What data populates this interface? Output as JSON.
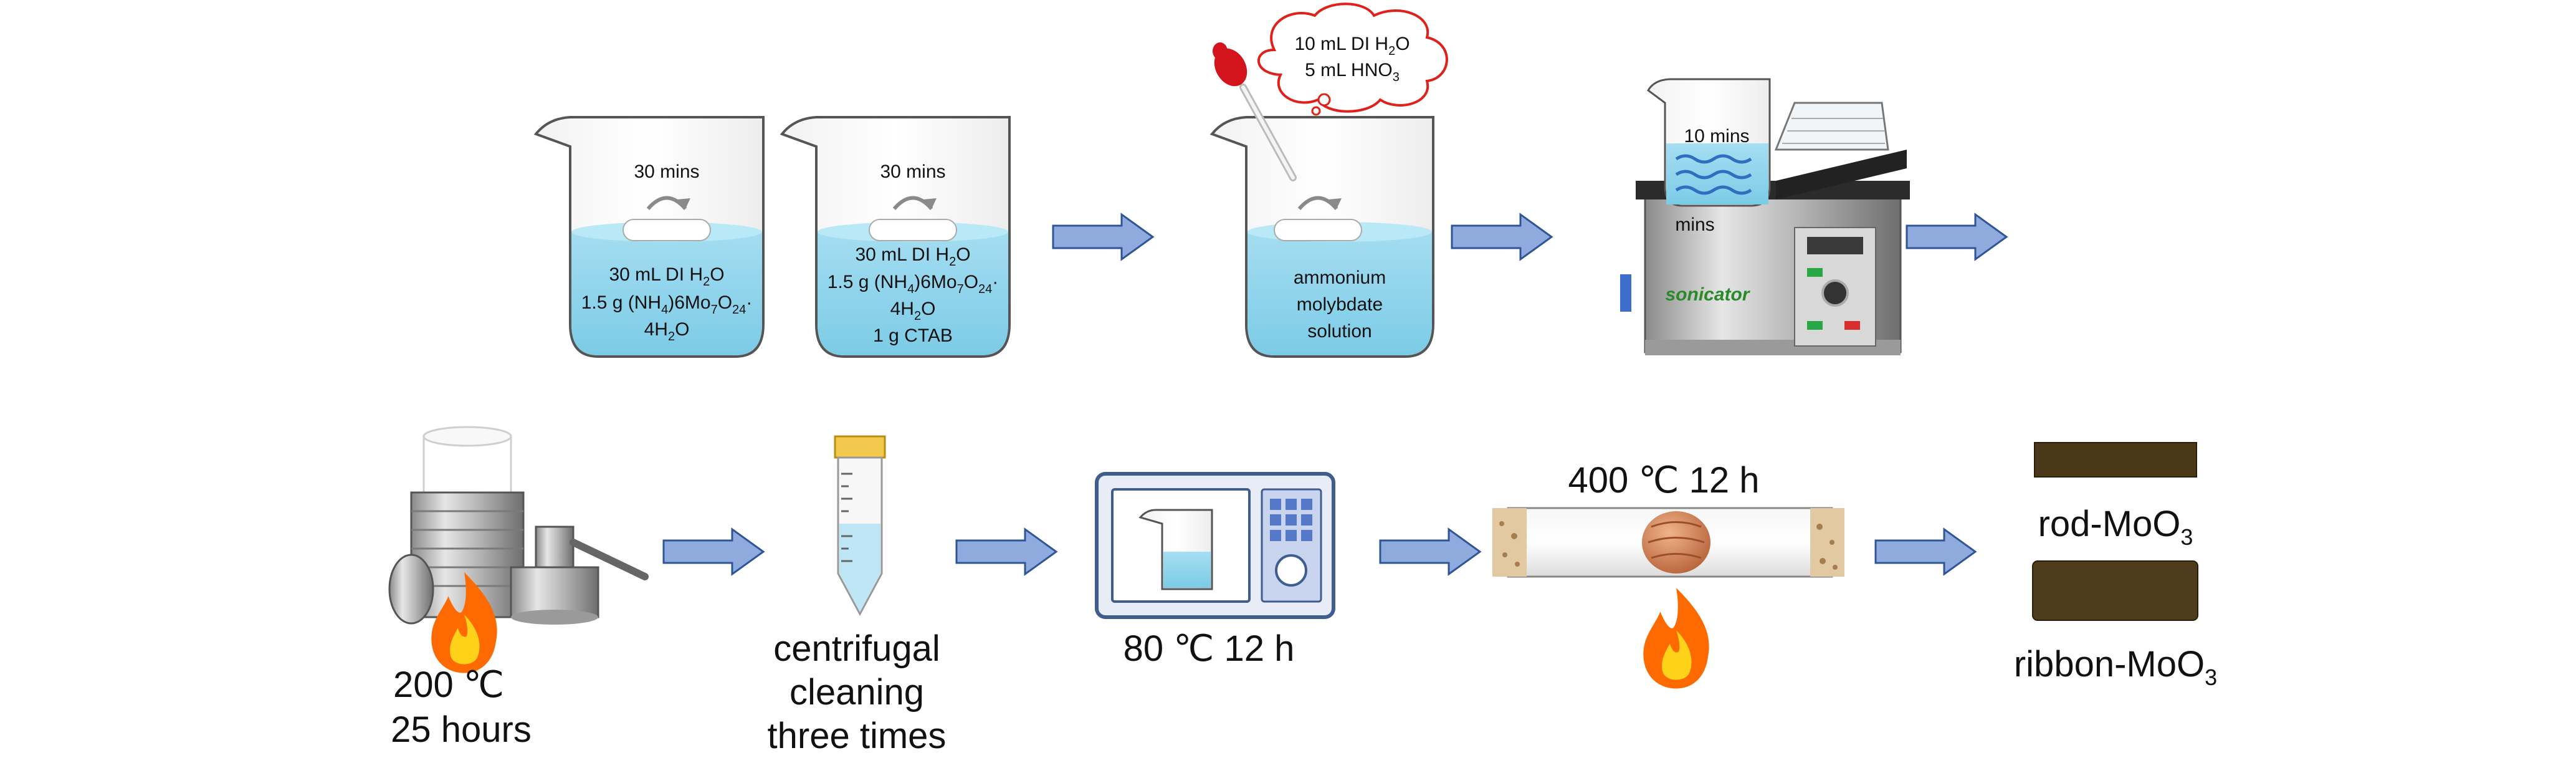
{
  "colors": {
    "arrow_fill": "#8faadc",
    "arrow_stroke": "#2f5597",
    "liquid": "#8fd6ee",
    "liquid_top": "#b9e9f7",
    "cloud_stroke": "#e0201b",
    "rod_brown": "#4a3818",
    "ribbon_brown": "#4e3c1c",
    "flame_outer": "#ff6a00",
    "flame_inner": "#ffd21a",
    "oven_frame": "#3f5d8f",
    "oven_panel": "#5678c9"
  },
  "icons": [
    "stir-bar-icon",
    "rotation-arrow-icon",
    "dropper-icon",
    "flame-icon",
    "autoclave-icon",
    "centrifuge-tube-icon",
    "oven-icon",
    "tube-furnace-icon",
    "ultrasonic-cleaner-icon"
  ],
  "beaker1": {
    "time": "30 mins",
    "line1": "30 mL DI H",
    "line1_sub": "2",
    "line1_end": "O",
    "line2": "1.5 g (NH",
    "line2_sub": "4",
    "line2_mid": ")6Mo",
    "line2_sub2": "7",
    "line2_mid2": "O",
    "line2_sub3": "24",
    "line2_end": "·",
    "line3": "4H",
    "line3_sub": "2",
    "line3_end": "O"
  },
  "beaker2": {
    "time": "30 mins",
    "line1": "30 mL DI H",
    "line1_sub": "2",
    "line1_end": "O",
    "line2": "1.5 g (NH",
    "line2_sub": "4",
    "line2_mid": ")6Mo",
    "line2_sub2": "7",
    "line2_mid2": "O",
    "line2_sub3": "24",
    "line2_end": "·",
    "line3": "4H",
    "line3_sub": "2",
    "line3_end": "O",
    "line4": "1 g CTAB"
  },
  "cloud": {
    "line1": "10 mL DI H",
    "line1_sub": "2",
    "line1_end": "O",
    "line2": "5 mL HNO",
    "line2_sub": "3"
  },
  "beaker3": {
    "line1": "ammonium",
    "line2": "molybdate",
    "line3": "solution"
  },
  "sonicator": {
    "time": "10 mins",
    "panel_label": "mins",
    "brand": "sonicator"
  },
  "step_autoclave": {
    "line1": "200 ℃",
    "line2": "25 hours"
  },
  "step_centrifuge": {
    "line1": "centrifugal",
    "line2": "cleaning",
    "line3": "three times"
  },
  "step_oven": {
    "label": "80 ℃  12 h"
  },
  "step_furnace": {
    "label": "400 ℃  12 h"
  },
  "products": {
    "rod": "rod-MoO",
    "rod_sub": "3",
    "ribbon": "ribbon-MoO",
    "ribbon_sub": "3"
  }
}
